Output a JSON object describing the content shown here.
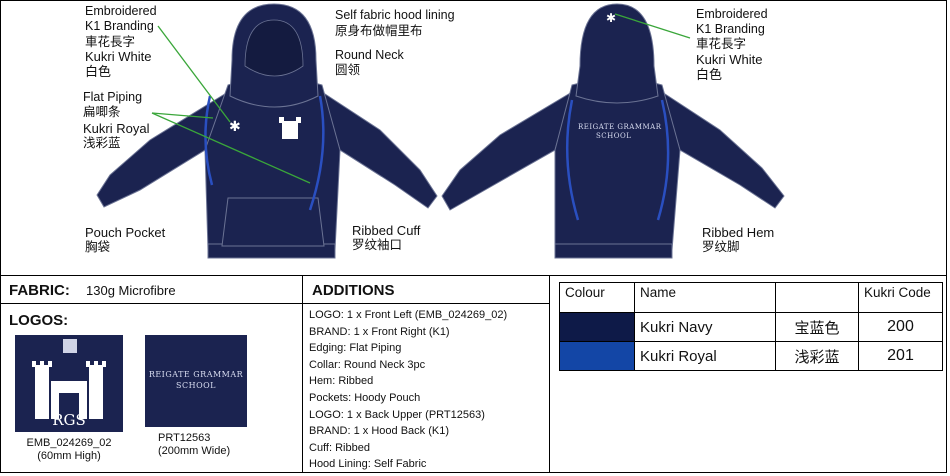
{
  "annotations": {
    "emb_front_l1": "Embroidered",
    "emb_front_l2": "K1 Branding",
    "emb_front_zh": "車花長字",
    "emb_front_color": "Kukri White",
    "emb_front_color_zh": "白色",
    "piping_l1": "Flat Piping",
    "piping_zh": "扁唧条",
    "piping_color": "Kukri Royal",
    "piping_color_zh": "浅彩蓝",
    "pouch": "Pouch Pocket",
    "pouch_zh": "胸袋",
    "hood_lining": "Self fabric hood lining",
    "hood_lining_zh": "原身布做帽里布",
    "round_neck": "Round Neck",
    "round_neck_zh": "圆领",
    "ribbed_cuff": "Ribbed Cuff",
    "ribbed_cuff_zh": "罗纹袖口",
    "emb_back_l1": "Embroidered",
    "emb_back_l2": "K1 Branding",
    "emb_back_zh": "車花長字",
    "emb_back_color": "Kukri White",
    "emb_back_color_zh": "白色",
    "ribbed_hem": "Ribbed Hem",
    "ribbed_hem_zh": "罗纹脚",
    "back_print_l1": "REIGATE GRAMMAR",
    "back_print_l2": "SCHOOL"
  },
  "fabric": {
    "label": "FABRIC:",
    "value": "130g Microfibre"
  },
  "logos": {
    "label": "LOGOS:",
    "logo1_text": "RGS",
    "logo1_code": "EMB_024269_02",
    "logo1_size": "(60mm High)",
    "logo2_l1": "REIGATE GRAMMAR",
    "logo2_l2": "SCHOOL",
    "logo2_code": "PRT12563",
    "logo2_size": "(200mm Wide)"
  },
  "additions": {
    "label": "ADDITIONS",
    "items": [
      "LOGO: 1 x Front Left (EMB_024269_02)",
      "BRAND: 1 x Front Right (K1)",
      "Edging: Flat Piping",
      "Collar: Round Neck 3pc",
      "Hem: Ribbed",
      "Pockets: Hoody Pouch",
      "LOGO: 1 x Back Upper (PRT12563)",
      "BRAND: 1 x Hood Back (K1)",
      "Cuff: Ribbed",
      "Hood Lining: Self Fabric"
    ]
  },
  "colour_table": {
    "headers": {
      "colour": "Colour",
      "name": "Name",
      "zh": "",
      "code": "Kukri Code"
    },
    "rows": [
      {
        "swatch": "#0e1a48",
        "name": "Kukri Navy",
        "zh": "宝蓝色",
        "code": "200"
      },
      {
        "swatch": "#1346a6",
        "name": "Kukri Royal",
        "zh": "浅彩蓝",
        "code": "201"
      }
    ]
  },
  "colors": {
    "navy": "#1b2350",
    "royal": "#2a4fc0",
    "leader": "#3aa63a"
  }
}
